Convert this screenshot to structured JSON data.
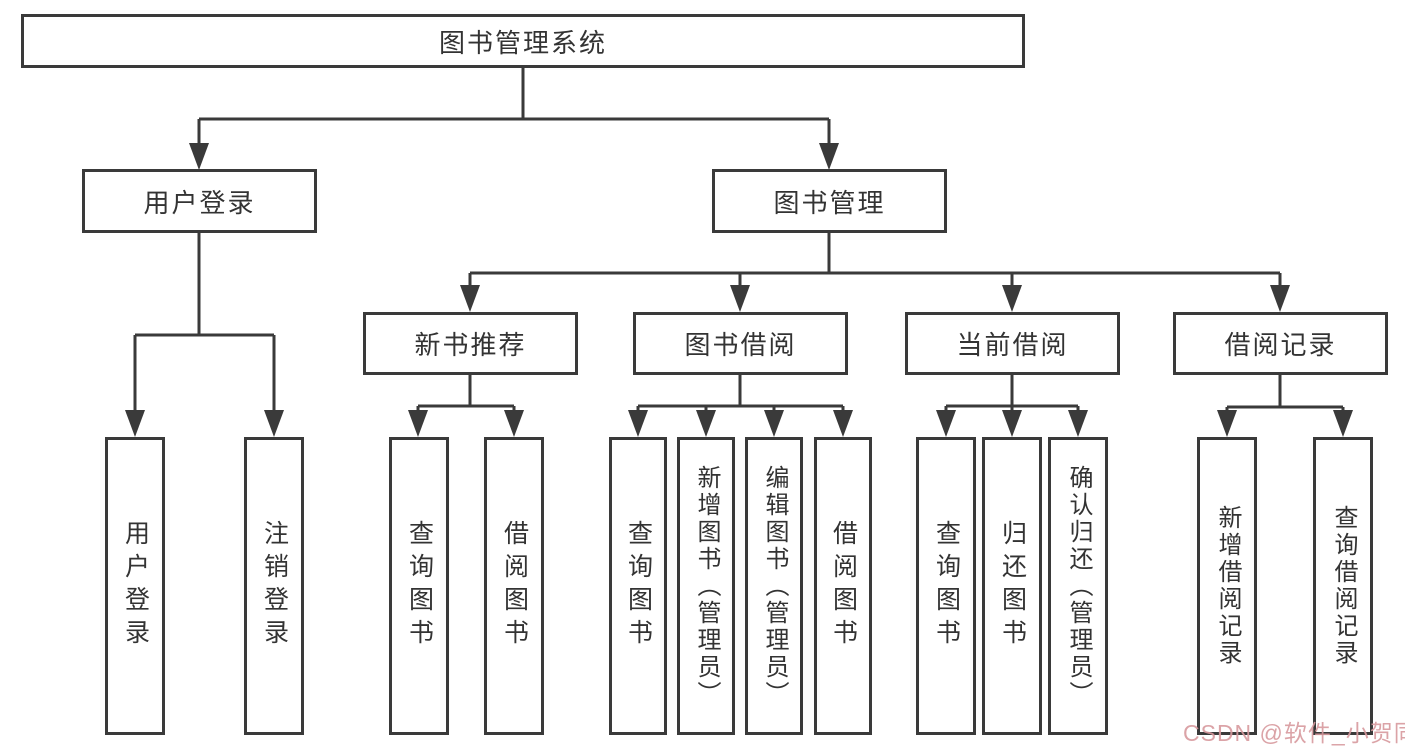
{
  "diagram_title": "图书管理系统",
  "tree": {
    "label": "图书管理系统",
    "children": [
      {
        "label": "用户登录",
        "children": [
          {
            "label": "用户登录"
          },
          {
            "label": "注销登录"
          }
        ]
      },
      {
        "label": "图书管理",
        "children": [
          {
            "label": "新书推荐",
            "children": [
              {
                "label": "查询图书"
              },
              {
                "label": "借阅图书"
              }
            ]
          },
          {
            "label": "图书借阅",
            "children": [
              {
                "label": "查询图书"
              },
              {
                "label": "新增图书（管理员）"
              },
              {
                "label": "编辑图书（管理员）"
              },
              {
                "label": "借阅图书"
              }
            ]
          },
          {
            "label": "当前借阅",
            "children": [
              {
                "label": "查询图书"
              },
              {
                "label": "归还图书"
              },
              {
                "label": "确认归还（管理员）"
              }
            ]
          },
          {
            "label": "借阅记录",
            "children": [
              {
                "label": "新增借阅记录"
              },
              {
                "label": "查询借阅记录"
              }
            ]
          }
        ]
      }
    ]
  },
  "watermark": {
    "text": "CSDN @软件_小贺同学",
    "color": "#d89a9e"
  },
  "colors": {
    "line": "#3a3a3a",
    "box_border": "#3a3a3a",
    "text": "#333333",
    "background": "#ffffff"
  }
}
